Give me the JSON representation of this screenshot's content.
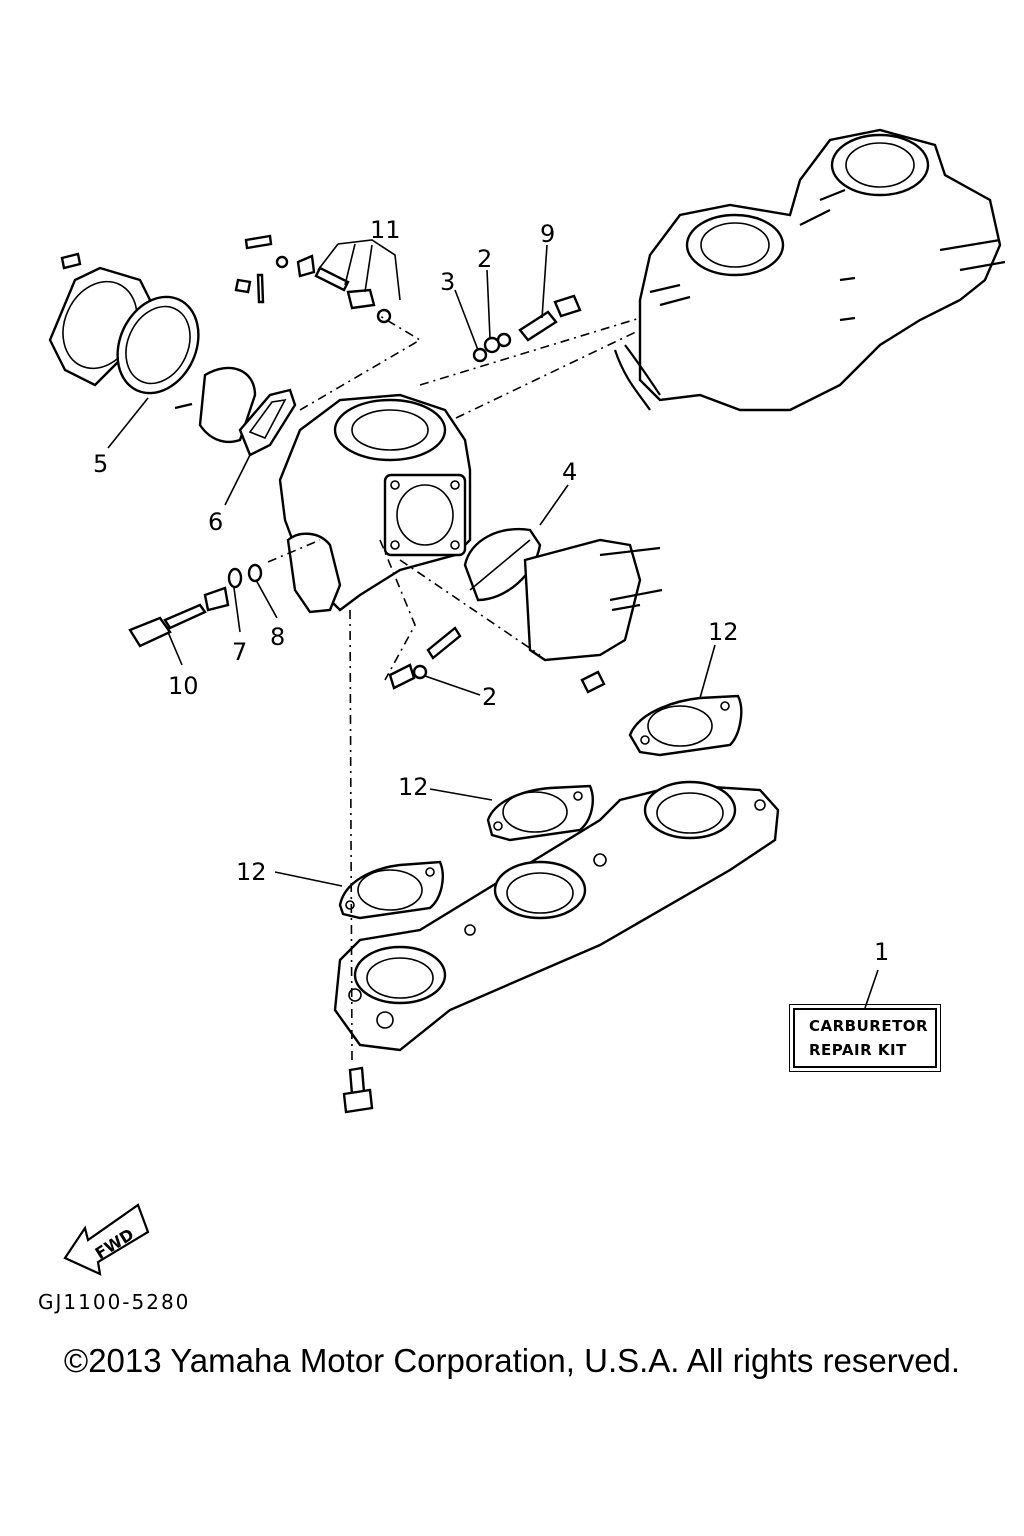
{
  "diagram": {
    "callouts": {
      "c1": "1",
      "c2a": "2",
      "c2b": "2",
      "c3": "3",
      "c4": "4",
      "c5": "5",
      "c6": "6",
      "c7": "7",
      "c8": "8",
      "c9": "9",
      "c10": "10",
      "c11": "11",
      "c12a": "12",
      "c12b": "12",
      "c12c": "12"
    },
    "kit_label": {
      "line1": "CARBURETOR",
      "line2": "REPAIR KIT"
    },
    "fwd_label": "FWD",
    "figure_code": "GJ1100-5280"
  },
  "footer": {
    "copyright": "©2013 Yamaha Motor Corporation, U.S.A. All rights reserved."
  }
}
